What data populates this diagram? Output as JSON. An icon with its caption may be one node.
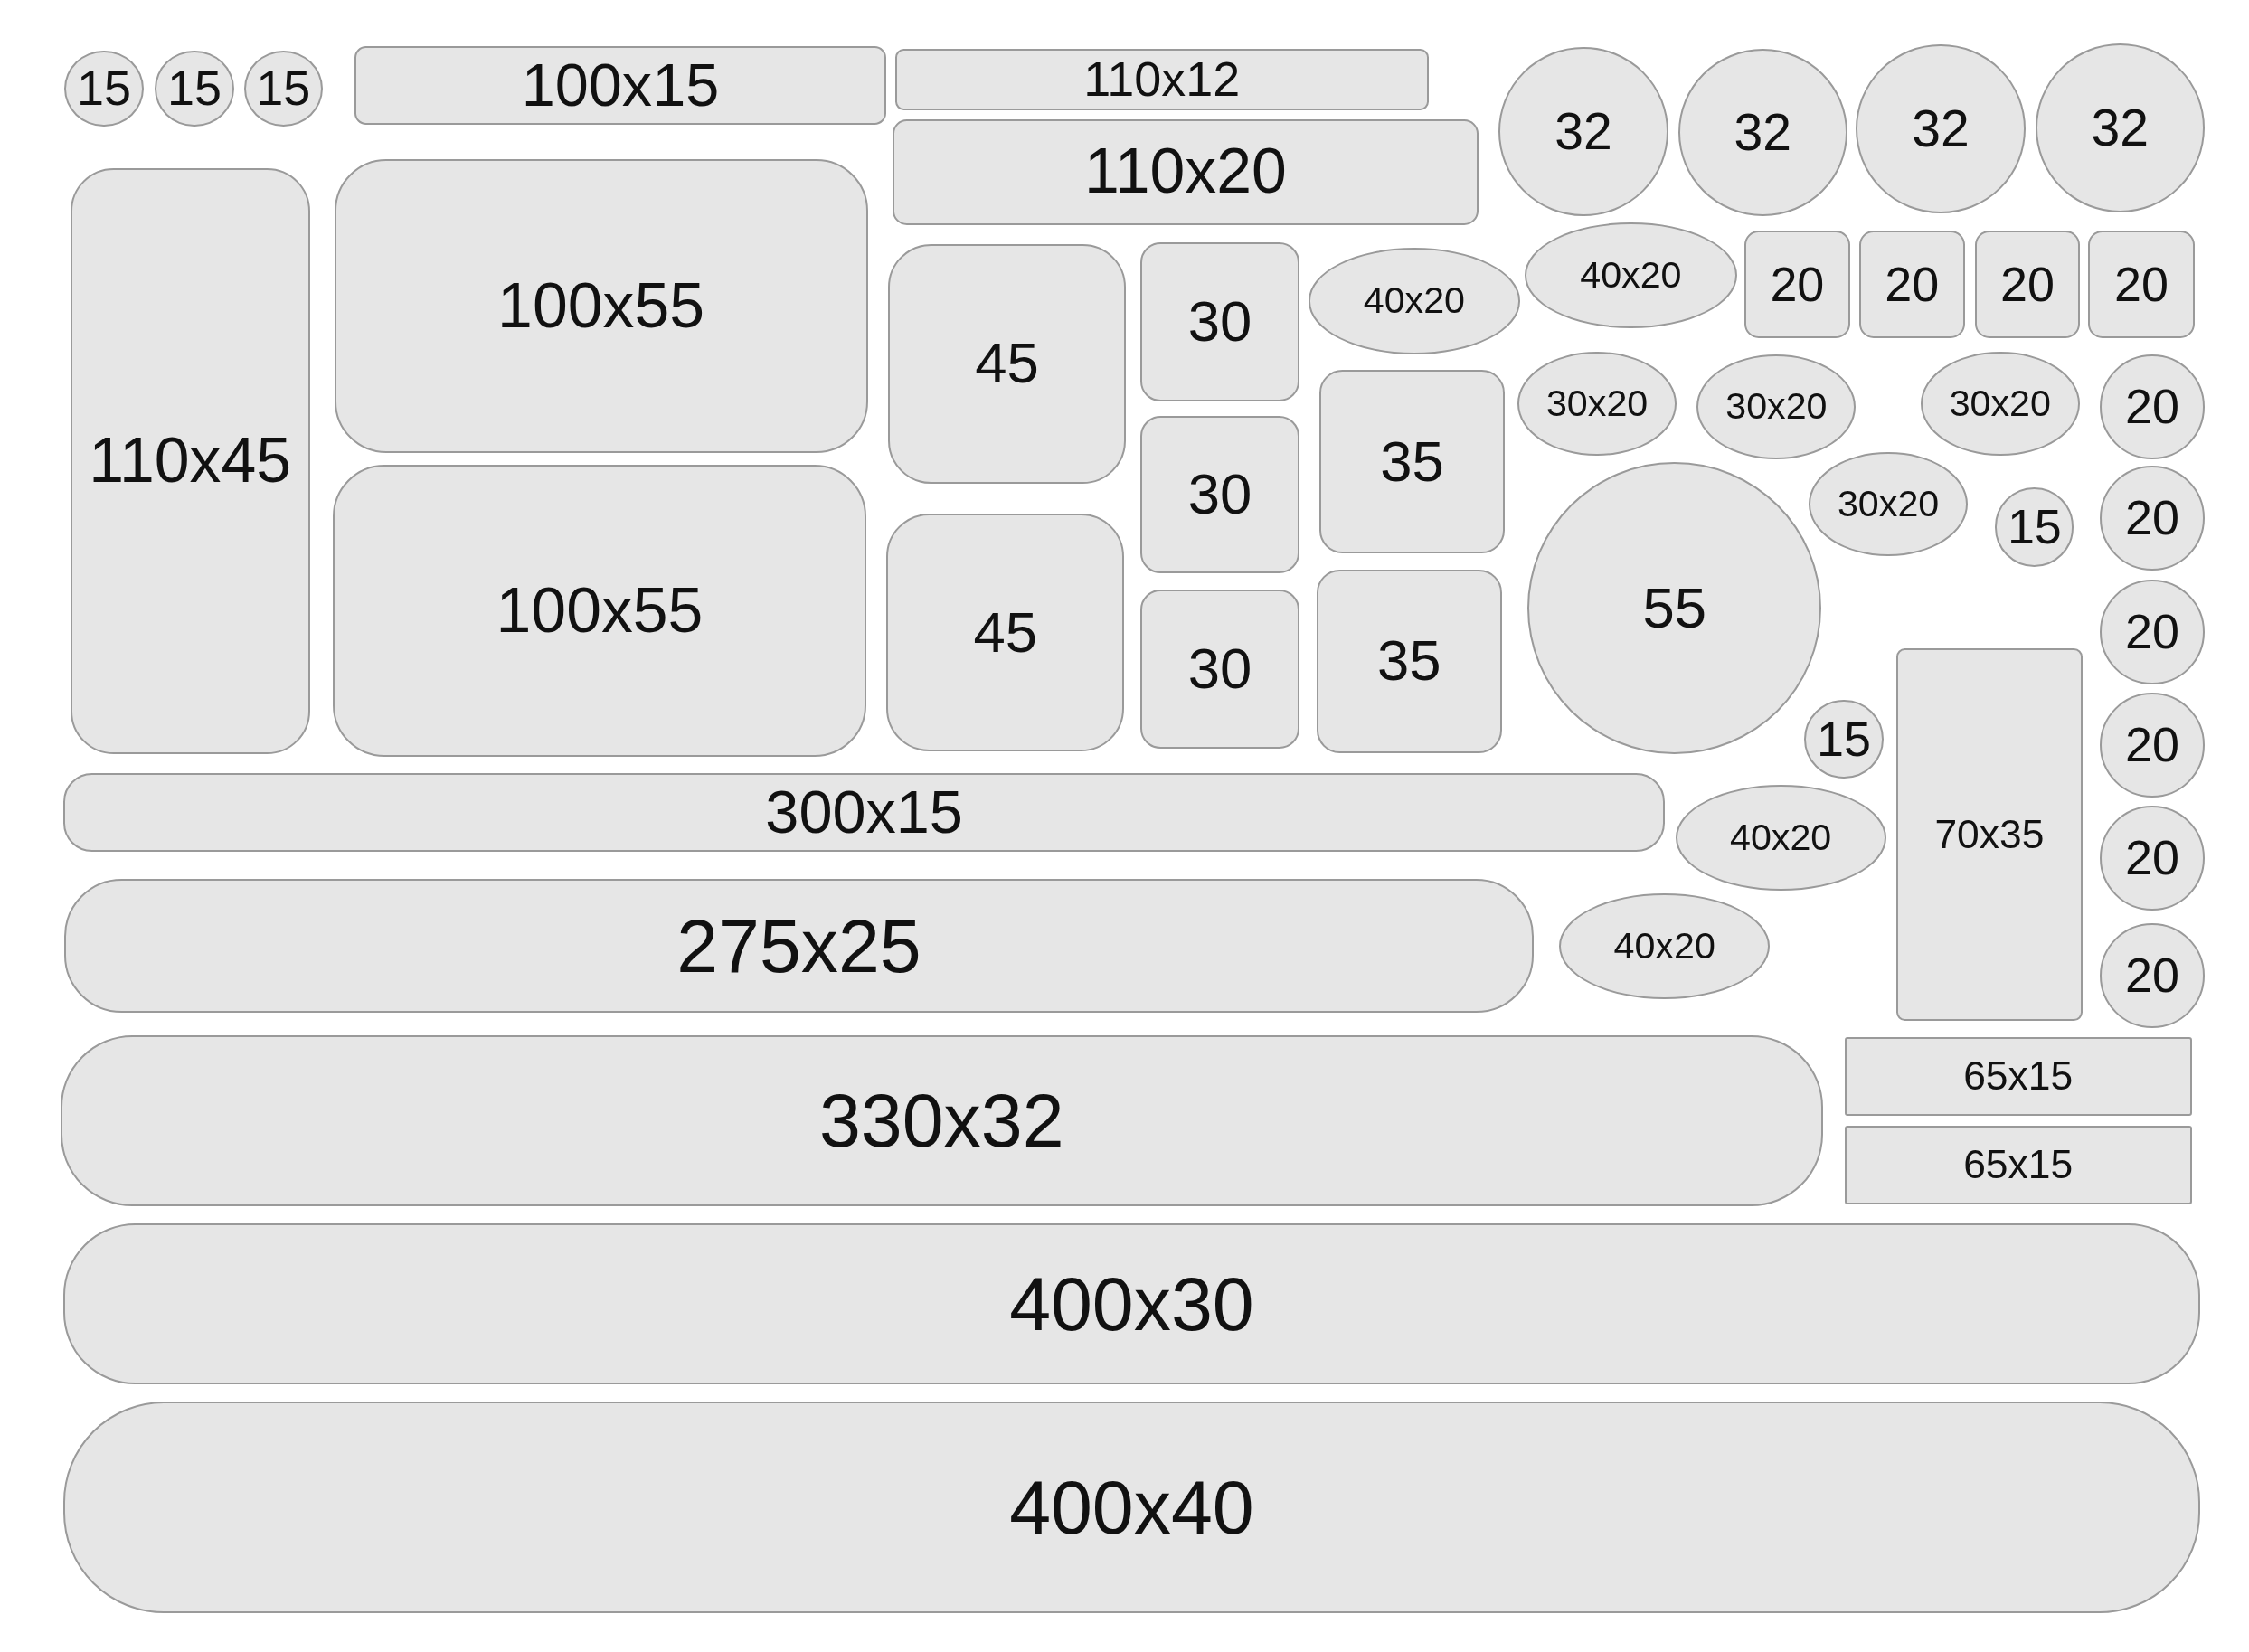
{
  "diagram": {
    "nodes": [
      {
        "text": [
          "15"
        ]
      },
      {
        "text": [
          "15"
        ]
      },
      {
        "text": [
          "15"
        ]
      },
      {
        "text": [
          "100x15"
        ]
      },
      {
        "text": [
          "110x12"
        ]
      },
      {
        "text": [
          "32"
        ]
      },
      {
        "text": [
          "32"
        ]
      },
      {
        "text": [
          "32"
        ]
      },
      {
        "text": [
          "32"
        ]
      },
      {
        "text": [
          "110x20"
        ]
      },
      {
        "text": [
          "110x45"
        ]
      },
      {
        "text": [
          "100x55"
        ]
      },
      {
        "text": [
          "45"
        ]
      },
      {
        "text": [
          "30"
        ]
      },
      {
        "text": [
          "40x20"
        ]
      },
      {
        "text": [
          "40x20"
        ]
      },
      {
        "text": [
          "20"
        ]
      },
      {
        "text": [
          "20"
        ]
      },
      {
        "text": [
          "20"
        ]
      },
      {
        "text": [
          "20"
        ]
      },
      {
        "text": [
          "30x20"
        ]
      },
      {
        "text": [
          "30x20"
        ]
      },
      {
        "text": [
          "30x20"
        ]
      },
      {
        "text": [
          "20"
        ]
      },
      {
        "text": [
          "35"
        ]
      },
      {
        "text": [
          "30"
        ]
      },
      {
        "text": [
          "30x20"
        ]
      },
      {
        "text": [
          "15"
        ]
      },
      {
        "text": [
          "20"
        ]
      },
      {
        "text": [
          "100x55"
        ]
      },
      {
        "text": [
          "45"
        ]
      },
      {
        "text": [
          "55"
        ]
      },
      {
        "text": [
          "35"
        ]
      },
      {
        "text": [
          "30"
        ]
      },
      {
        "text": [
          "20"
        ]
      },
      {
        "text": [
          "70x35"
        ]
      },
      {
        "text": [
          "15"
        ]
      },
      {
        "text": [
          "20"
        ]
      },
      {
        "text": [
          "300x15"
        ]
      },
      {
        "text": [
          "40x20"
        ]
      },
      {
        "text": [
          "20"
        ]
      },
      {
        "text": [
          "275x25"
        ]
      },
      {
        "text": [
          "40x20"
        ]
      },
      {
        "text": [
          "20"
        ]
      },
      {
        "text": [
          "330x32"
        ]
      },
      {
        "text": [
          "65x15"
        ]
      },
      {
        "text": [
          "65x15"
        ]
      },
      {
        "text": [
          "400x30"
        ]
      },
      {
        "text": [
          "400x40"
        ]
      }
    ]
  }
}
